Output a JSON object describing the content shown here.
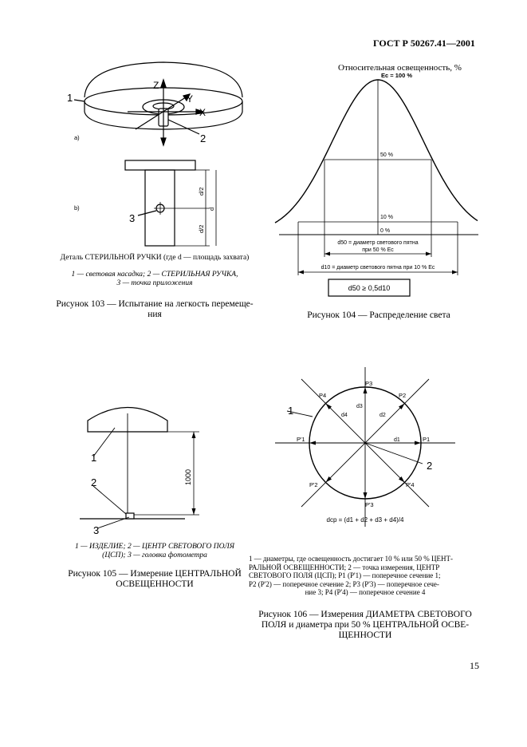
{
  "header": {
    "title": "ГОСТ Р 50267.41—2001"
  },
  "page_number": "15",
  "fig103": {
    "view_a": "a)",
    "view_b": "b)",
    "axis_z": "Z",
    "axis_y": "Y",
    "axis_x": "X",
    "label_1": "1",
    "label_2": "2",
    "label_3": "3",
    "dim_d": "d",
    "dim_d2_top": "d/2",
    "dim_d2_bottom": "d/2",
    "detail_caption": "Деталь СТЕРИЛЬНОЙ РУЧКИ (где d — площадь захвата)",
    "legend_line1": "1 — световая насадка; 2 — СТЕРИЛЬНАЯ РУЧКА,",
    "legend_line2": "3 — точка приложения",
    "caption_line1": "Рисунок 103 — Испытание на легкость перемеще-",
    "caption_line2": "ния"
  },
  "fig104": {
    "ylabel": "Относительная освещенность, %",
    "ec_label": "Eс = 100 %",
    "level50": "50 %",
    "level10": "10 %",
    "level0": "0 %",
    "d50_line1": "d50 = диаметр светового пятна",
    "d50_line2": "при 50 % Eс",
    "d10_line": "d10 = диаметр светового пятна при 10 % Eс",
    "formula": "d50 ≥ 0,5d10",
    "caption": "Рисунок 104 — Распределение света"
  },
  "fig105": {
    "label_1": "1",
    "label_2": "2",
    "label_3": "3",
    "distance": "1000",
    "legend_line1": "1 — ИЗДЕЛИЕ; 2 — ЦЕНТР СВЕТОВОГО ПОЛЯ",
    "legend_line2": "(ЦСП); 3 — головка фотометра",
    "caption_line1": "Рисунок 105 — Измерение ЦЕНТРАЛЬНОЙ",
    "caption_line2": "ОСВЕЩЕННОСТИ"
  },
  "fig106": {
    "p1": "P1",
    "p1p": "P'1",
    "p2": "P2",
    "p2p": "P'2",
    "p3": "P3",
    "p3p": "P'3",
    "p4": "P4",
    "p4p": "P'4",
    "d1": "d1",
    "d2": "d2",
    "d3": "d3",
    "d4": "d4",
    "label_1": "1",
    "label_2": "2",
    "formula": "dср = (d1 + d2 + d3 + d4)/4",
    "legend_line1": "1 — диаметры, где освещенность достигает 10 % или 50 % ЦЕНТ-",
    "legend_line2": "РАЛЬНОЙ ОСВЕЩЕННОСТИ; 2 — точка измерения, ЦЕНТР",
    "legend_line3": "СВЕТОВОГО ПОЛЯ (ЦСП); P1 (P'1) — поперечное сечение 1;",
    "legend_line4": "P2 (P'2) — поперечное сечение 2; P3 (P'3) — поперечное сече-",
    "legend_line5": "ние 3; P4 (P'4) — поперечное сечение 4",
    "caption_line1": "Рисунок 106 — Измерения ДИАМЕТРА СВЕТОВОГО",
    "caption_line2": "ПОЛЯ и диаметра при 50 % ЦЕНТРАЛЬНОЙ ОСВЕ-",
    "caption_line3": "ЩЕННОСТИ"
  }
}
